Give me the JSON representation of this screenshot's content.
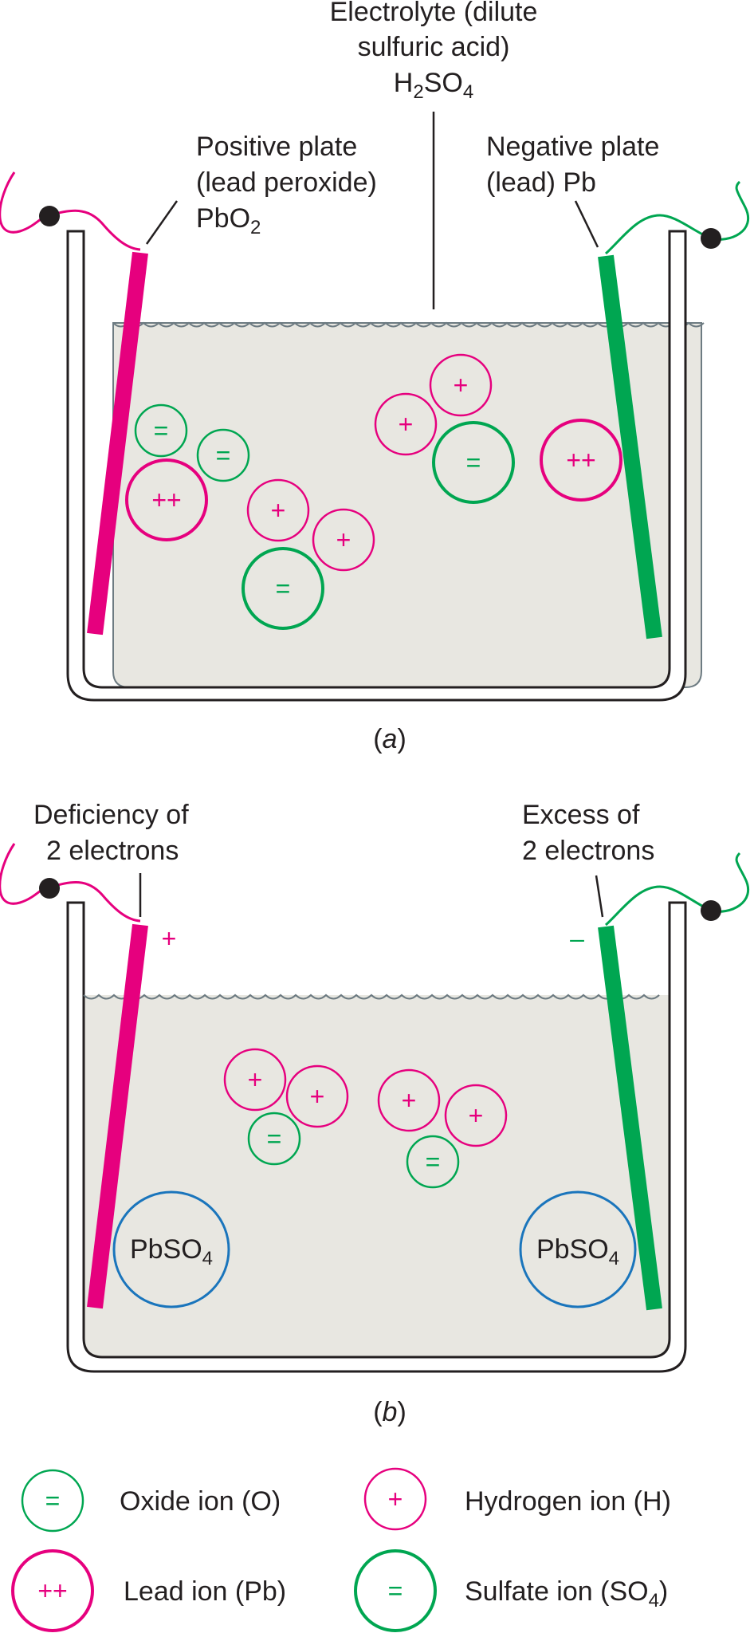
{
  "colors": {
    "magenta": "#e6007e",
    "green": "#00a651",
    "blue": "#1a75bc",
    "electrolyte": "#e8e7e1",
    "container": "#231f20"
  },
  "symbols": {
    "oxide": "=",
    "sulfate": "=",
    "hydrogen": "+",
    "lead": "++",
    "plus": "+",
    "minus": "–"
  },
  "diagram_a": {
    "electrolyte_label": [
      "Electrolyte (dilute",
      "sulfuric acid)"
    ],
    "electrolyte_formula": {
      "pre": "H",
      "sub1": "2",
      "mid": "SO",
      "sub2": "4"
    },
    "positive_label": [
      "Positive plate",
      "(lead peroxide)"
    ],
    "positive_formula": {
      "pre": "PbO",
      "sub": "2"
    },
    "negative_label": [
      "Negative plate",
      "(lead) Pb"
    ],
    "caption": "a"
  },
  "diagram_b": {
    "left_label": [
      "Deficiency of",
      "2 electrons"
    ],
    "right_label": [
      "Excess of",
      "2 electrons"
    ],
    "pbso4": {
      "pre": "PbSO",
      "sub": "4"
    },
    "caption": "b"
  },
  "legend": {
    "oxide": "Oxide ion (O)",
    "hydrogen": "Hydrogen ion (H)",
    "lead": "Lead ion (Pb)",
    "sulfate_pre": "Sulfate ion (SO",
    "sulfate_sub": "4",
    "sulfate_post": ")"
  }
}
